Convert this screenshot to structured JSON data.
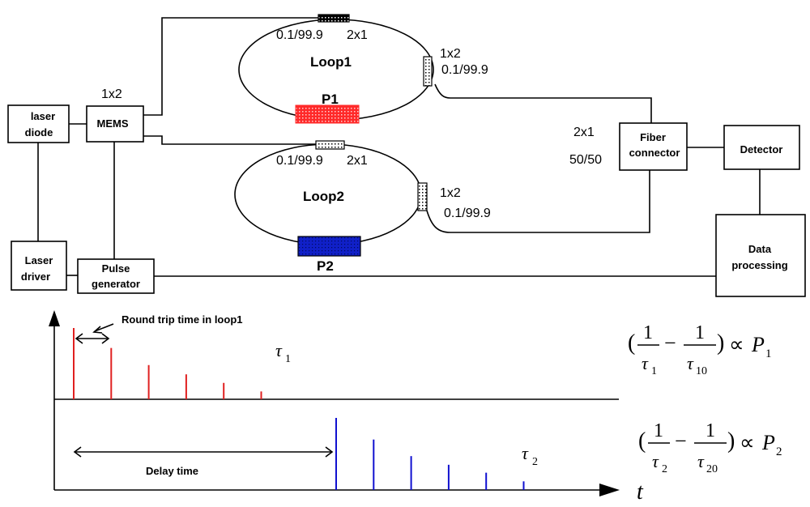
{
  "components": {
    "laser_diode": [
      "laser",
      "diode"
    ],
    "mems": "MEMS",
    "mems_ratio": "1x2",
    "laser_driver": [
      "Laser",
      "driver"
    ],
    "pulse_generator": [
      "Pulse",
      "generator"
    ],
    "fiber_connector": [
      "Fiber",
      "connector"
    ],
    "detector": "Detector",
    "data_processing": [
      "Data",
      "processing"
    ]
  },
  "loop1": {
    "name": "Loop1",
    "coupler_in_ratio": "0.1/99.9",
    "coupler_in_type": "2x1",
    "coupler_out_type": "1x2",
    "coupler_out_ratio": "0.1/99.9",
    "sensor": "P1"
  },
  "loop2": {
    "name": "Loop2",
    "coupler_in_ratio": "0.1/99.9",
    "coupler_in_type": "2x1",
    "coupler_out_type": "1x2",
    "coupler_out_ratio": "0.1/99.9",
    "sensor": "P2"
  },
  "combiner": {
    "type": "2x1",
    "ratio": "50/50"
  },
  "timing": {
    "round_trip_label": "Round trip time in loop1",
    "delay_label": "Delay time",
    "tau1": "τ",
    "tau1_sub": "1",
    "tau2": "τ",
    "tau2_sub": "2",
    "axis_label": "t",
    "pulses_loop1": [
      1.0,
      0.72,
      0.48,
      0.35,
      0.23,
      0.11
    ],
    "pulses_loop2": [
      1.0,
      0.7,
      0.47,
      0.35,
      0.24,
      0.12
    ]
  },
  "equations": {
    "eq1": {
      "num": "1",
      "tau_a": "τ",
      "sub_a": "1",
      "tau_b": "τ",
      "sub_b": "10",
      "prop": "∝",
      "p": "P",
      "p_sub": "1"
    },
    "eq2": {
      "num": "1",
      "tau_a": "τ",
      "sub_a": "2",
      "tau_b": "τ",
      "sub_b": "20",
      "prop": "∝",
      "p": "P",
      "p_sub": "2"
    }
  },
  "colors": {
    "loop1_pulse": "#e02020",
    "loop2_pulse": "#1010d0",
    "sensor1": "#ff3030",
    "sensor2": "#1520c8"
  }
}
